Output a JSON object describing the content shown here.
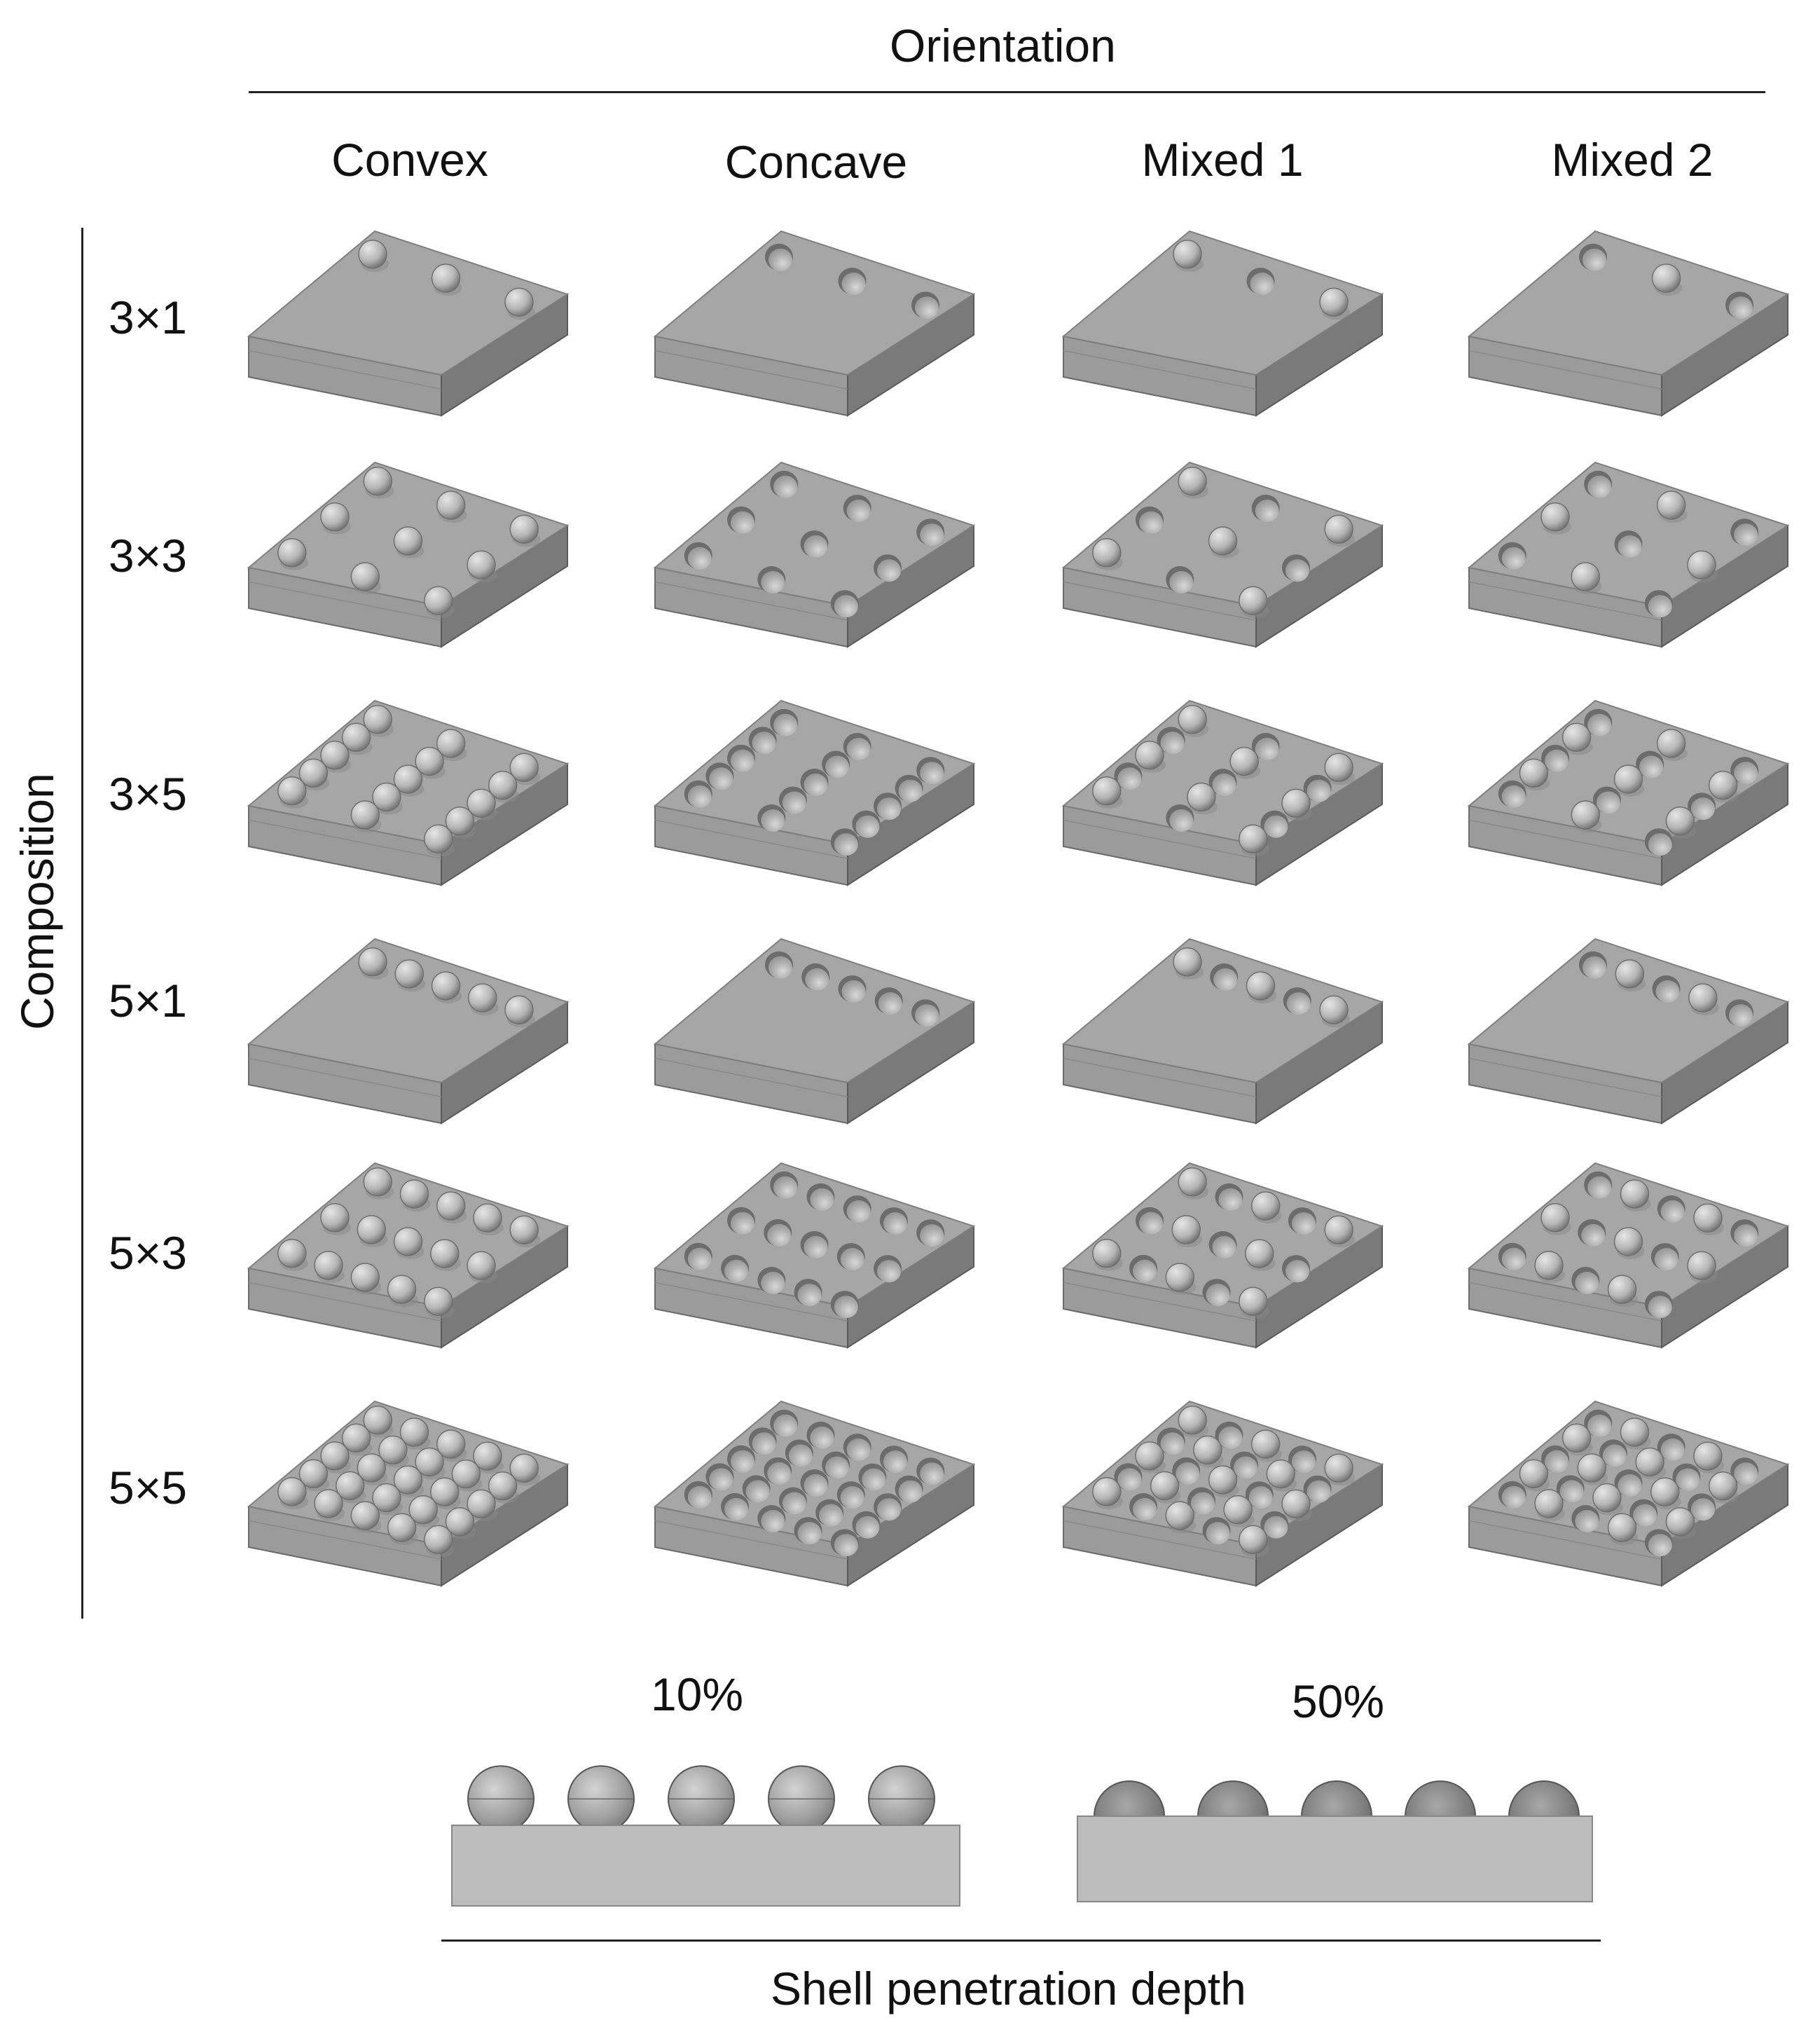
{
  "header": {
    "orientation_title": "Orientation"
  },
  "columns": [
    "Convex",
    "Concave",
    "Mixed 1",
    "Mixed 2"
  ],
  "sidebar": {
    "composition_title": "Composition"
  },
  "rows": [
    {
      "label": "3×1",
      "cols": 3,
      "rows": 1
    },
    {
      "label": "3×3",
      "cols": 3,
      "rows": 3
    },
    {
      "label": "3×5",
      "cols": 3,
      "rows": 5
    },
    {
      "label": "5×1",
      "cols": 5,
      "rows": 1
    },
    {
      "label": "5×3",
      "cols": 5,
      "rows": 3
    },
    {
      "label": "5×5",
      "cols": 5,
      "rows": 5
    }
  ],
  "depth": {
    "title": "Shell penetration depth",
    "panels": [
      {
        "label": "10%",
        "penetration": 0.1,
        "count": 5
      },
      {
        "label": "50%",
        "penetration": 0.5,
        "count": 5
      }
    ]
  },
  "colors": {
    "plate_top": "#a6a6a6",
    "plate_front": "#9b9b9b",
    "plate_side": "#7a7a7a",
    "shell": "#b5b5b5",
    "dimple": "#8c8c8c",
    "profile_base": "#bcbcbc"
  }
}
